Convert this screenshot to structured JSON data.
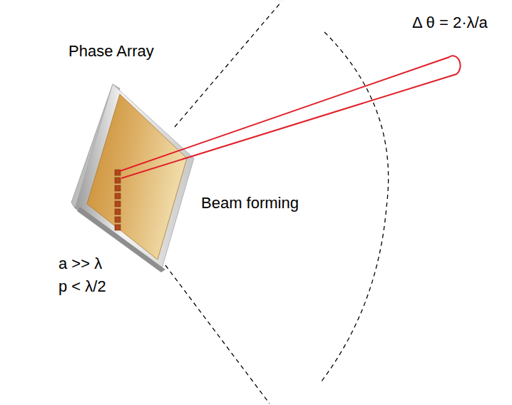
{
  "diagram": {
    "labels": [
      "Phase Array",
      "Δ θ = 2·λ/a",
      "Beam forming",
      "a >> λ",
      "p < λ/2"
    ]
  }
}
